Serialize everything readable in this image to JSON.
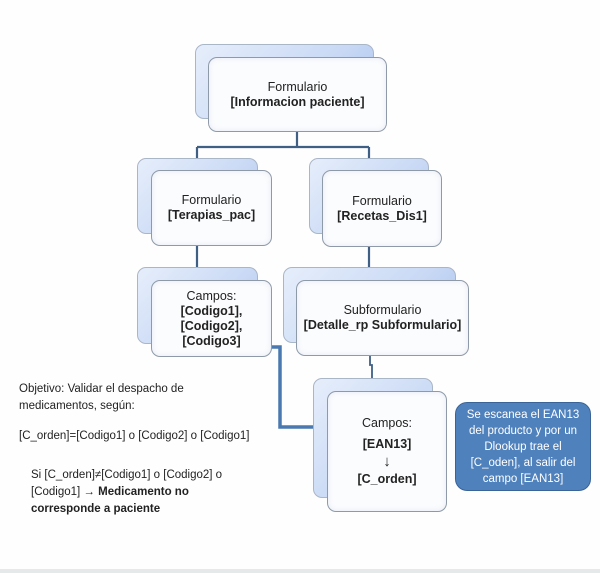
{
  "nodes": {
    "informacion_paciente": {
      "title": "Formulario",
      "name": "[Informacion paciente]"
    },
    "terapias_pac": {
      "title": "Formulario",
      "name": "[Terapias_pac]"
    },
    "recetas_dis1": {
      "title": "Formulario",
      "name": "[Recetas_Dis1]"
    },
    "campos_codigo": {
      "title": "Campos:",
      "lines": [
        "[Codigo1],",
        "[Codigo2],",
        "[Codigo3]"
      ]
    },
    "detalle_rp": {
      "title": "Subformulario",
      "name": "[Detalle_rp Subformulario]"
    },
    "campos_ean": {
      "title": "Campos:",
      "field_from": "[EAN13]",
      "arrow": "↓",
      "field_to": "[C_orden]"
    }
  },
  "callout": {
    "text": "Se escanea el EAN13 del producto y por un Dlookup trae el [C_oden], al salir del campo [EAN13]",
    "color": "#4f81bd"
  },
  "notes": {
    "objective": "Objetivo: Validar el despacho de medicamentos, según:",
    "condition": "[C_orden]=[Codigo1] o [Codigo2] o [Codigo1]",
    "rule_prefix": "Si  [C_orden]≠[Codigo1] o [Codigo2] o [Codigo1]  → ",
    "rule_result": "Medicamento no corresponde  a paciente"
  },
  "colors": {
    "connector": "#3f5f85",
    "arrow": "#4a78b0"
  }
}
